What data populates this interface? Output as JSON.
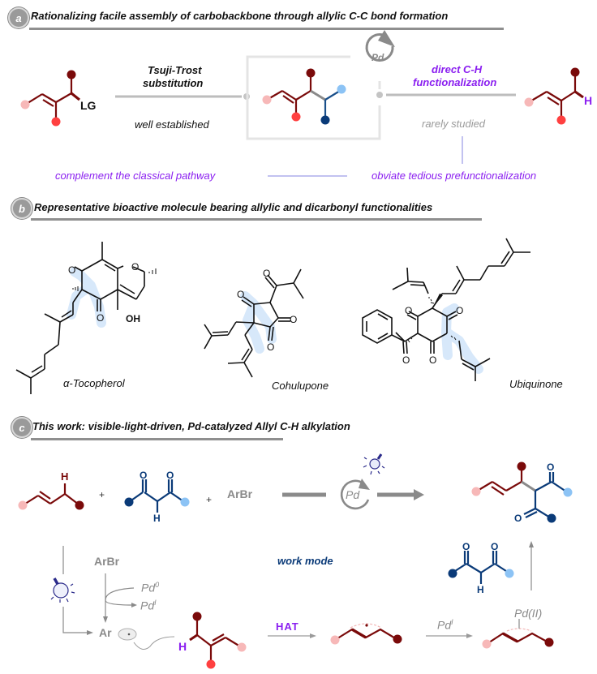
{
  "sections": {
    "a": {
      "badge": "a",
      "title": "Rationalizing facile assembly of carbobackbone through allylic C-C bond formation",
      "left_substrate_label": "LG",
      "left_arrow_title_line1": "Tsuji-Trost",
      "left_arrow_title_line2": "substitution",
      "left_arrow_subtitle": "well established",
      "right_arrow_title_line1": "direct C-H",
      "right_arrow_title_line2": "functionalization",
      "right_arrow_subtitle": "rarely studied",
      "right_substrate_label": "H",
      "catalyst": "Pd",
      "note_left": "complement the classical pathway",
      "note_right": "obviate tedious prefunctionalization"
    },
    "b": {
      "badge": "b",
      "title": "Representative bioactive molecule bearing allylic and dicarbonyl functionalities",
      "molecules": [
        {
          "name": "α-Tocopherol",
          "atoms": {
            "o1": "O",
            "o2": "O",
            "o3": "O",
            "oh": "OH"
          }
        },
        {
          "name": "Cohulupone",
          "atoms": {
            "o1": "O",
            "o2": "O",
            "o3": "O",
            "o4": "O"
          }
        },
        {
          "name": "Ubiquinone",
          "atoms": {
            "o1": "O",
            "o2": "O",
            "o3": "O",
            "o4": "O"
          }
        }
      ]
    },
    "c": {
      "badge": "c",
      "title": "This work:  visible-light-driven, Pd-catalyzed Allyl C-H alkylation",
      "reactant1_h": "H",
      "plus1": "+",
      "reactant2_h": "H",
      "reactant2_o1": "O",
      "reactant2_o2": "O",
      "plus2": "+",
      "reactant3": "ArBr",
      "catalyst": "Pd",
      "product_o1": "O",
      "product_o2": "O",
      "work_mode": "work mode",
      "mech_arbr": "ArBr",
      "mech_pd0": "Pd",
      "mech_pd0_sup": "0",
      "mech_pdi": "Pd",
      "mech_pdi_sup": "I",
      "mech_ar": "Ar",
      "mech_h": "H",
      "hat": "HAT",
      "step_pd": "Pd",
      "step_pd_sup": "I",
      "pd2_label": "Pd(II)",
      "dicarbonyl_h": "H",
      "dicarbonyl_o1": "O",
      "dicarbonyl_o2": "O"
    }
  },
  "colors": {
    "dark_red": "#7a0a0a",
    "red": "#ff4040",
    "pink": "#f7b8b8",
    "navy": "#0a3a78",
    "light_blue": "#8cc3f5",
    "purple": "#8a1ef0",
    "gray": "#9a9a9a",
    "highlight": "#d7e8fa"
  }
}
